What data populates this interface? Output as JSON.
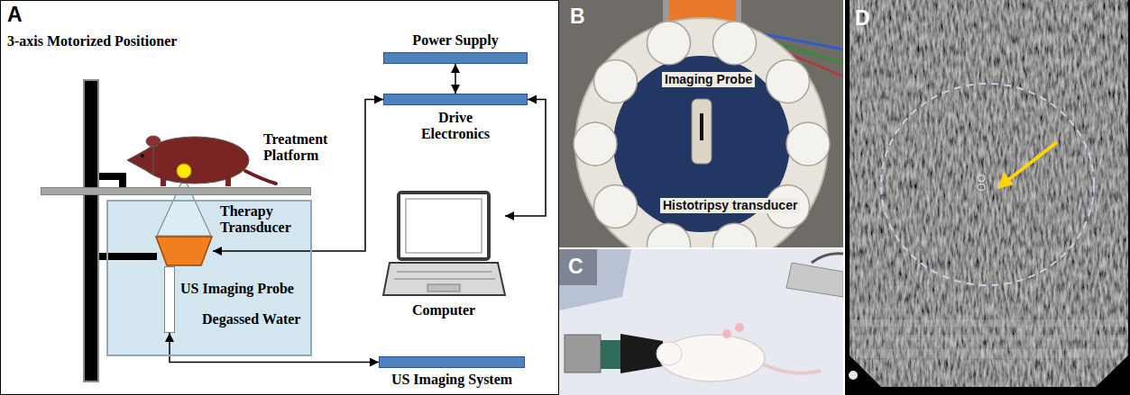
{
  "diagram": {
    "nodes": [
      {
        "text": [
          "A"
        ]
      },
      {
        "text": [
          "3-axis Motorized Positioner"
        ],
        "in": 0
      },
      {
        "text": [
          "Treatment Platform"
        ],
        "in": 0
      },
      {
        "text": [
          "Degassed Water"
        ],
        "in": 0
      },
      {
        "text": [
          "Therapy Transducer"
        ],
        "in": 3
      },
      {
        "text": [
          "US Imaging Probe"
        ],
        "in": 3
      },
      {
        "text": [
          "Power Supply"
        ],
        "in": 0
      },
      {
        "text": [
          "Drive Electronics"
        ],
        "in": 0
      },
      {
        "text": [
          "Computer"
        ],
        "in": 0
      },
      {
        "text": [
          "US Imaging System"
        ],
        "in": 0
      },
      {
        "text": [
          "B",
          "Imaging Probe",
          "Histotripsy transducer"
        ]
      },
      {
        "text": [
          "C"
        ]
      },
      {
        "text": [
          "D"
        ]
      }
    ],
    "edges": [
      {
        "from": 6,
        "to": 7,
        "arrow": "both"
      },
      {
        "from": 7,
        "to": 4,
        "arrow": "both"
      },
      {
        "from": 7,
        "to": 8,
        "arrow": "both"
      },
      {
        "from": 5,
        "to": 9,
        "arrow": "both"
      }
    ]
  }
}
